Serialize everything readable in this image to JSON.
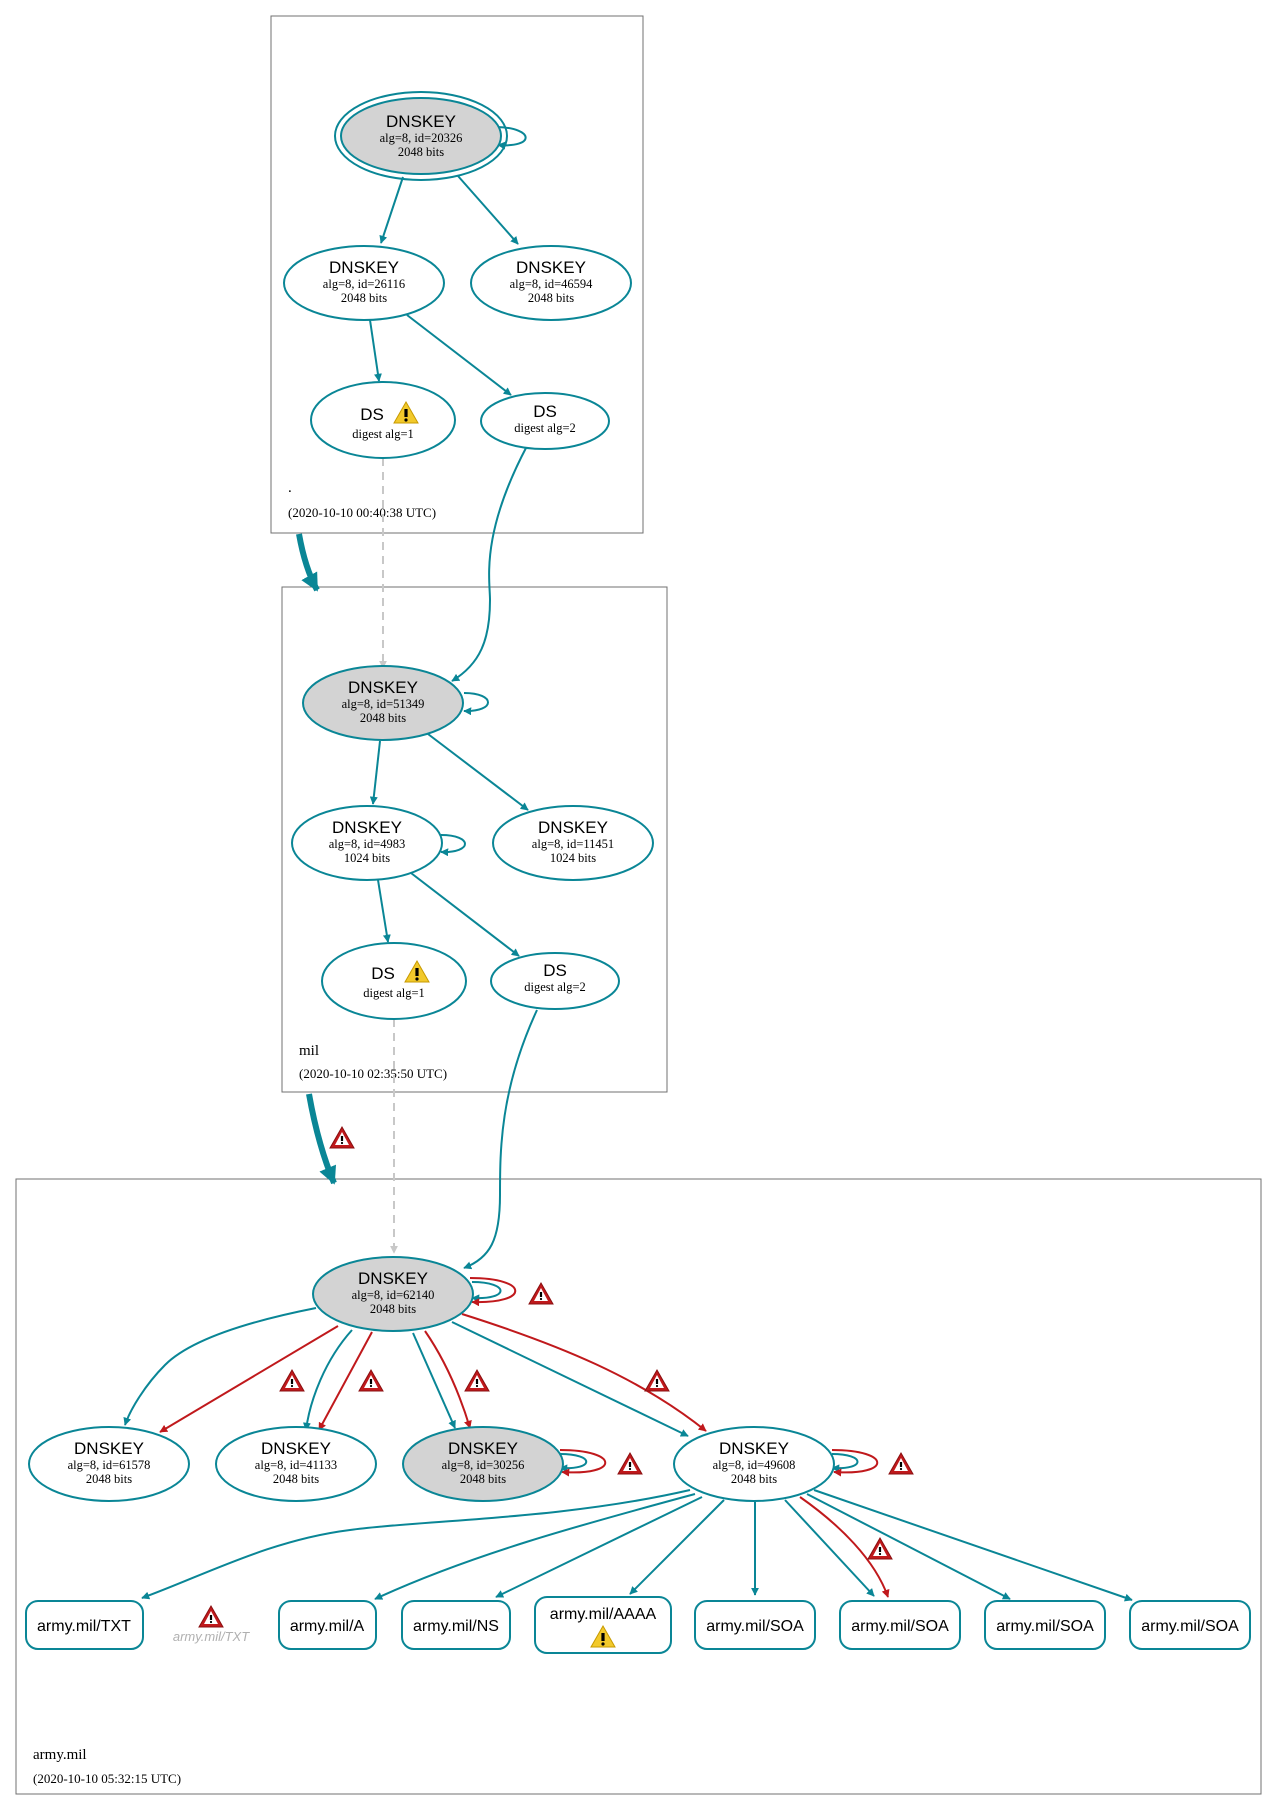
{
  "colors": {
    "teal": "#0a8696",
    "red": "#c0191c",
    "gray_dashed": "#c8c8c8",
    "ksk_fill": "#d3d3d3",
    "warn_yellow": "#f2c92b",
    "error_red": "#c0191c",
    "zone_border": "#707070"
  },
  "zones": [
    {
      "name": ".",
      "timestamp": "(2020-10-10 00:40:38 UTC)",
      "nodes": [
        {
          "title": "DNSKEY",
          "line1": "alg=8, id=20326",
          "line2": "2048 bits",
          "sep": true,
          "filled": true
        },
        {
          "title": "DNSKEY",
          "line1": "alg=8, id=26116",
          "line2": "2048 bits"
        },
        {
          "title": "DNSKEY",
          "line1": "alg=8, id=46594",
          "line2": "2048 bits"
        },
        {
          "title": "DS",
          "line1": "digest alg=1",
          "warning": "warning-icon"
        },
        {
          "title": "DS",
          "line1": "digest alg=2"
        }
      ]
    },
    {
      "name": "mil",
      "timestamp": "(2020-10-10 02:35:50 UTC)",
      "nodes": [
        {
          "title": "DNSKEY",
          "line1": "alg=8, id=51349",
          "line2": "2048 bits",
          "filled": true
        },
        {
          "title": "DNSKEY",
          "line1": "alg=8, id=4983",
          "line2": "1024 bits"
        },
        {
          "title": "DNSKEY",
          "line1": "alg=8, id=11451",
          "line2": "1024 bits"
        },
        {
          "title": "DS",
          "line1": "digest alg=1",
          "warning": "warning-icon"
        },
        {
          "title": "DS",
          "line1": "digest alg=2"
        }
      ]
    },
    {
      "name": "army.mil",
      "timestamp": "(2020-10-10 05:32:15 UTC)",
      "nodes": [
        {
          "title": "DNSKEY",
          "line1": "alg=8, id=62140",
          "line2": "2048 bits",
          "filled": true
        },
        {
          "title": "DNSKEY",
          "line1": "alg=8, id=61578",
          "line2": "2048 bits"
        },
        {
          "title": "DNSKEY",
          "line1": "alg=8, id=41133",
          "line2": "2048 bits"
        },
        {
          "title": "DNSKEY",
          "line1": "alg=8, id=30256",
          "line2": "2048 bits",
          "filled": true
        },
        {
          "title": "DNSKEY",
          "line1": "alg=8, id=49608",
          "line2": "2048 bits"
        }
      ],
      "rrsets": [
        "army.mil/TXT",
        "army.mil/A",
        "army.mil/NS",
        "army.mil/AAAA",
        "army.mil/SOA",
        "army.mil/SOA",
        "army.mil/SOA",
        "army.mil/SOA"
      ],
      "missing_rrset": "army.mil/TXT"
    }
  ]
}
